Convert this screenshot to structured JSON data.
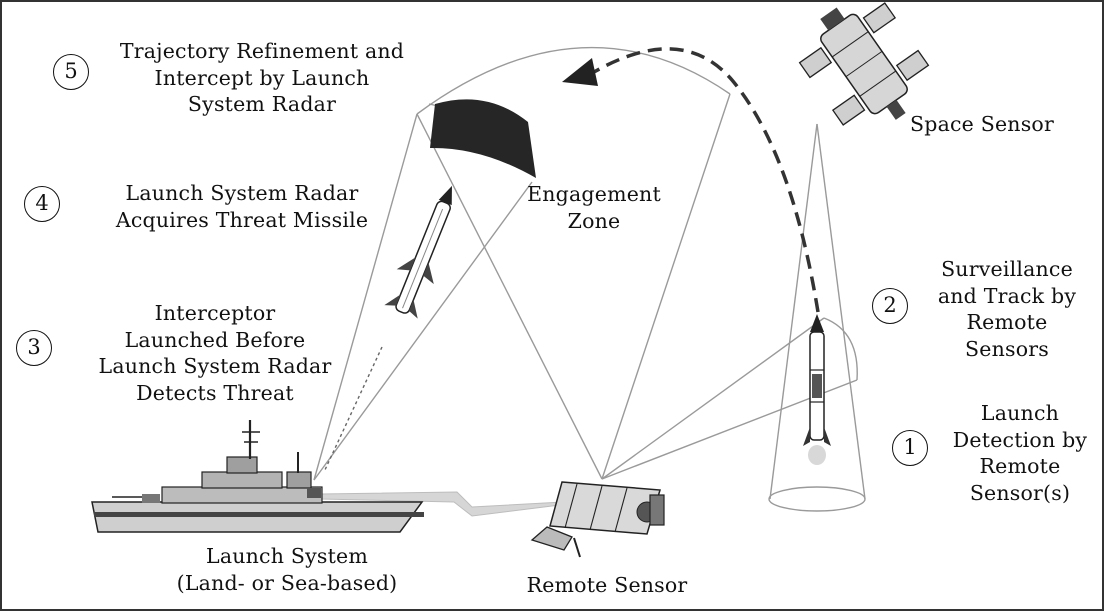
{
  "steps": [
    {
      "number": "5",
      "lines": [
        "Trajectory Refinement and",
        "Intercept by Launch",
        "System Radar"
      ]
    },
    {
      "number": "4",
      "lines": [
        "Launch System Radar",
        "Acquires Threat Missile"
      ]
    },
    {
      "number": "3",
      "lines": [
        "Interceptor",
        "Launched Before",
        "Launch System Radar",
        "Detects Threat"
      ]
    },
    {
      "number": "2",
      "lines": [
        "Surveillance",
        "and Track by",
        "Remote",
        "Sensors"
      ]
    },
    {
      "number": "1",
      "lines": [
        "Launch",
        "Detection by",
        "Remote",
        "Sensor(s)"
      ]
    }
  ],
  "labels": {
    "engagement_zone": [
      "Engagement",
      "Zone"
    ],
    "space_sensor": "Space Sensor",
    "launch_system": [
      "Launch System",
      "(Land- or Sea-based)"
    ],
    "remote_sensor": "Remote Sensor"
  }
}
